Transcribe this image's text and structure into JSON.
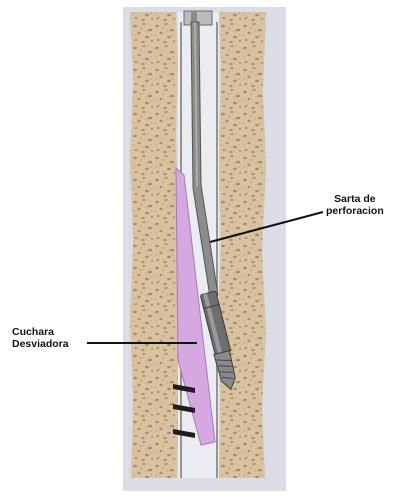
{
  "labels": {
    "sarta": [
      "Sarta de",
      "perforacion"
    ],
    "cuchara": [
      "Cuchara",
      "Desviadora"
    ]
  },
  "colors": {
    "formation": "#d8c29f",
    "formation_speckle": "#a88f6a",
    "background": "#dcdce6",
    "whipstock": "#d6a8e2",
    "pipe": "#8c8c8c",
    "motor": "#6e6e6e",
    "bit": "#8a8a8a",
    "leader": "#111111"
  }
}
